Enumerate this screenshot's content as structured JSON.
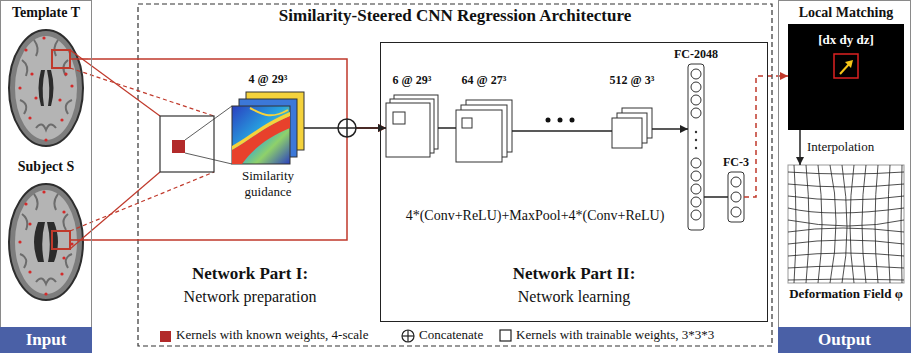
{
  "diagram": {
    "title": "Similarity-Steered CNN Regression Architecture",
    "nodes": [
      {
        "text": [
          "Input"
        ]
      },
      {
        "text": [
          "Template T"
        ],
        "in": 0
      },
      {
        "text": [
          "Subject S"
        ],
        "in": 0
      },
      {
        "text": [
          "4 @ 29³",
          "Similarity guidance"
        ]
      },
      {
        "text": [
          "4*(Conv+ReLU)+MaxPool+4*(Conv+ReLU)",
          "Network Part II:",
          "Network learning"
        ]
      },
      {
        "text": [
          "6 @ 29³"
        ],
        "in": 4
      },
      {
        "text": [
          "64 @ 27³"
        ],
        "in": 4
      },
      {
        "text": [
          "512 @ 3³"
        ],
        "in": 4
      },
      {
        "text": [
          "FC-2048"
        ],
        "in": 4
      },
      {
        "text": [
          "FC-3"
        ],
        "in": 4
      },
      {
        "text": [
          "Output"
        ]
      },
      {
        "text": [
          "Local Matching",
          "[dx dy dz]"
        ],
        "in": 10
      },
      {
        "text": [
          "Deformation Field φ"
        ],
        "in": 10
      }
    ],
    "edges": [
      {
        "from": 1,
        "to": 5,
        "arrow": "to"
      },
      {
        "from": 2,
        "to": 5,
        "arrow": "to"
      },
      {
        "from": 3,
        "to": 5,
        "arrow": "to"
      },
      {
        "from": 5,
        "to": 6,
        "arrow": "none"
      },
      {
        "from": 6,
        "to": 7,
        "arrow": "none"
      },
      {
        "from": 7,
        "to": 8,
        "arrow": "to"
      },
      {
        "from": 8,
        "to": 9,
        "arrow": "none"
      },
      {
        "from": 9,
        "to": 11,
        "arrow": "to"
      },
      {
        "from": 11,
        "to": 12,
        "label": "Interpolation",
        "arrow": "to"
      }
    ],
    "labels": [
      "Network Part I:",
      "Network preparation"
    ],
    "legend": [
      {
        "text": "Kernels with known weights, 4-scale",
        "color": "#b22a2a"
      },
      {
        "text": "Concatenate"
      },
      {
        "text": "Kernels with trainable weights, 3*3*3"
      }
    ]
  }
}
